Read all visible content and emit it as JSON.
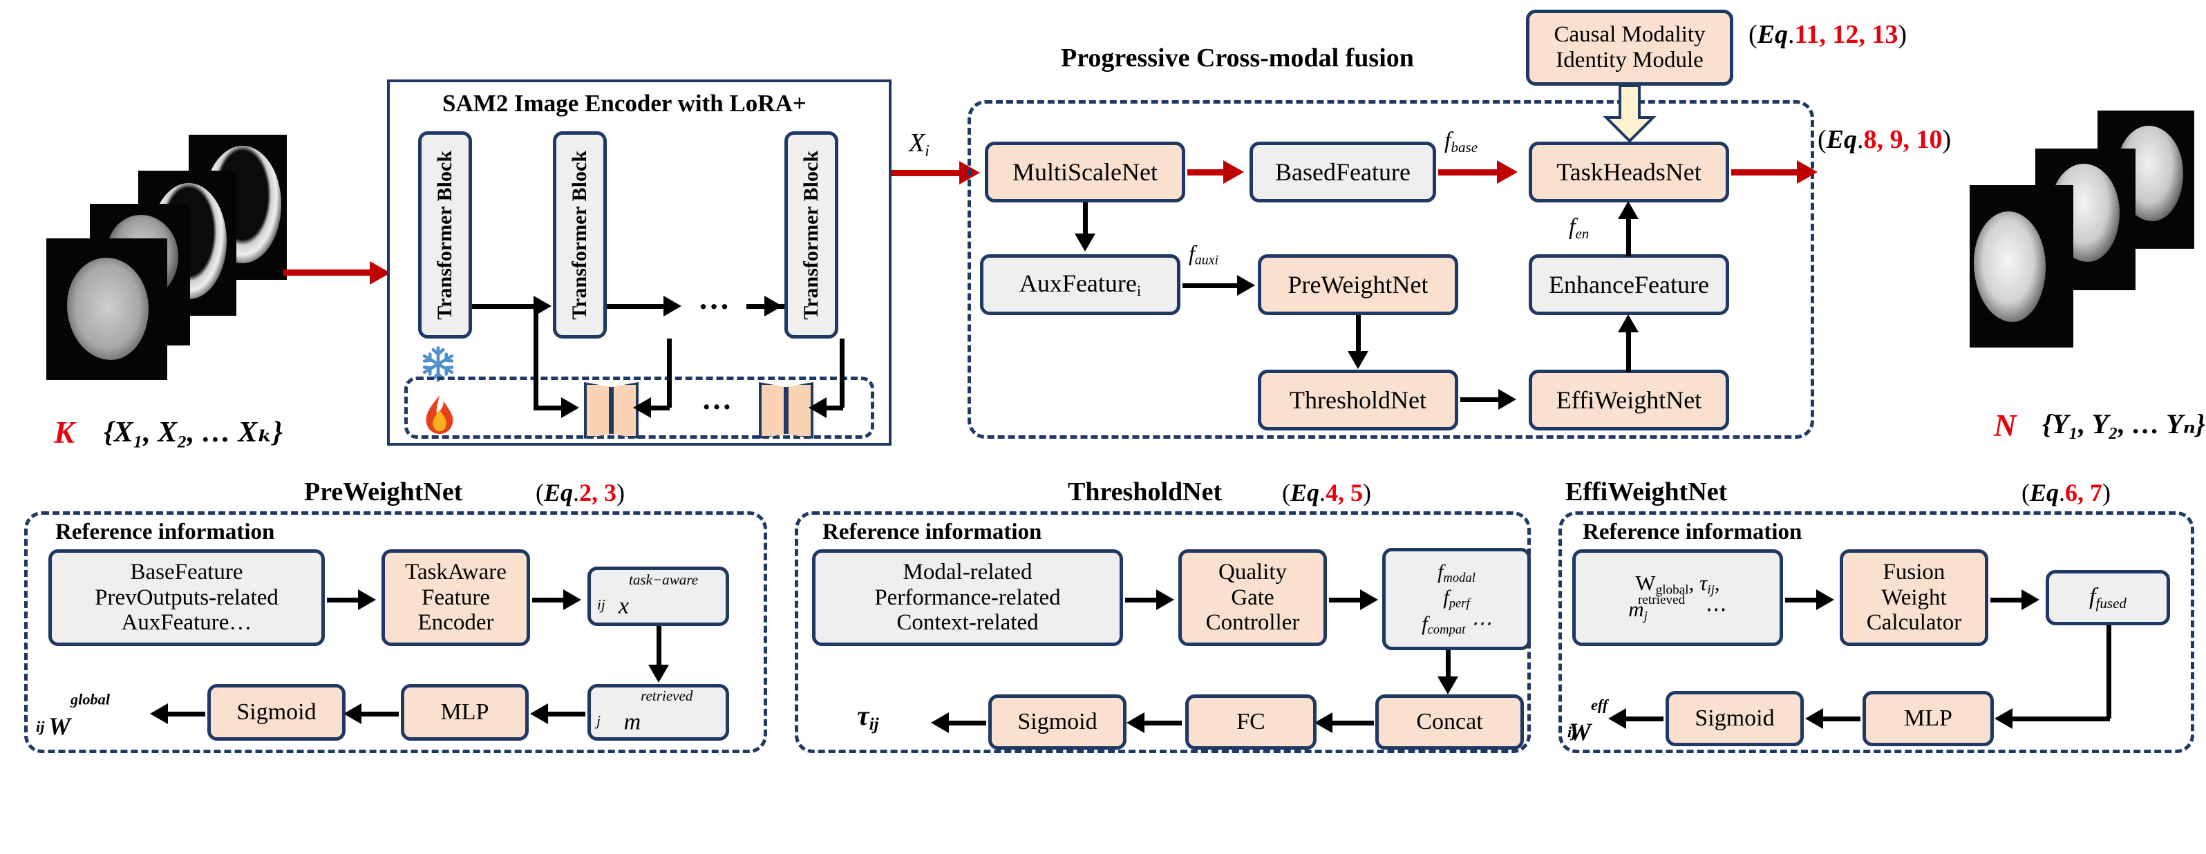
{
  "colors": {
    "navy": "#1F3864",
    "peach": "#FAE0CF",
    "grey": "#EFEFEF",
    "red_arrow": "#C00000",
    "red_text": "#E8000B"
  },
  "input": {
    "count_label": "K",
    "set_label": "{X₁, X₂, … Xₖ}"
  },
  "output": {
    "count_label": "N",
    "set_label": "{Y₁, Y₂, … Yₙ}"
  },
  "encoder": {
    "title": "SAM2 Image Encoder with LoRA+",
    "blocks": [
      "Transformer Block",
      "Transformer Block",
      "Transformer Block"
    ],
    "ellipsis": "…",
    "lora_ellipsis": "…",
    "frozen_icon": "snowflake-icon",
    "trainable_icon": "fire-icon",
    "out_signal": "X"
  },
  "fusion": {
    "title": "Progressive Cross-modal fusion",
    "nodes": {
      "multiscale": "MultiScaleNet",
      "basedfeature": "BasedFeature",
      "taskheads": "TaskHeadsNet",
      "auxfeature": "AuxFeature",
      "preweight": "PreWeightNet",
      "threshold": "ThresholdNet",
      "effiweight": "EffiWeightNet",
      "enhance": "EnhanceFeature"
    },
    "signals": {
      "f_base": "f",
      "f_base_sub": "base",
      "f_aux": "f",
      "f_aux_sub": "aux",
      "f_en": "f",
      "f_en_sub": "en"
    },
    "causal_module": "Causal Modality Identity Module",
    "eq_causal_prefix": "Eq",
    "eq_causal": "11, 12, 13",
    "eq_out_prefix": "Eq",
    "eq_out": "8, 9, 10"
  },
  "panels": [
    {
      "id": "preweightnet",
      "title": "PreWeightNet",
      "eq_prefix": "Eq",
      "eq": "2, 3",
      "reference_header": "Reference information",
      "reference_lines": [
        "BaseFeature",
        "PrevOutputs-related",
        "AuxFeature…"
      ],
      "nodes": [
        "TaskAware Feature Encoder",
        "Sigmoid",
        "MLP"
      ],
      "var_top": "x",
      "var_top_sub": "ij",
      "var_top_sup": "task−aware",
      "var_mid": "m",
      "var_mid_sub": "j",
      "var_mid_sup": "retrieved",
      "output": "W",
      "output_sub": "ij",
      "output_sup": "global"
    },
    {
      "id": "thresholdnet",
      "title": "ThresholdNet",
      "eq_prefix": "Eq",
      "eq": "4, 5",
      "reference_header": "Reference information",
      "reference_lines": [
        "Modal-related",
        "Performance-related",
        "Context-related"
      ],
      "nodes": [
        "Quality Gate Controller",
        "Sigmoid",
        "FC",
        "Concat"
      ],
      "feature_lines": [
        "f modal",
        "f perf",
        "f compat …"
      ],
      "output": "τ",
      "output_sub": "ij"
    },
    {
      "id": "effiweightnet",
      "title": "EffiWeightNet",
      "eq_prefix": "Eq",
      "eq": "6, 7",
      "reference_header": "Reference information",
      "reference_lines": [
        "W global , τ ij ,",
        "m j retrieved …"
      ],
      "nodes": [
        "Fusion Weight Calculator",
        "Sigmoid",
        "MLP"
      ],
      "var_fused": "f",
      "var_fused_sub": "fused",
      "output": "W",
      "output_sub": "ij",
      "output_sup": "eff"
    }
  ]
}
